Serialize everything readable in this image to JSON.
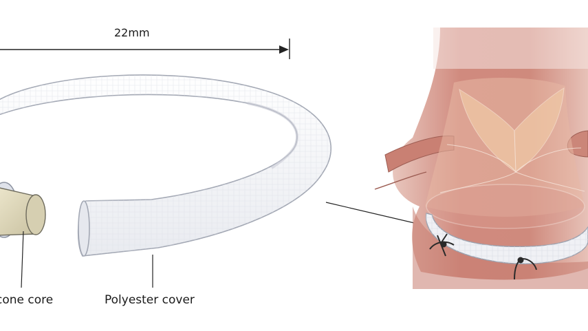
{
  "labels": {
    "dimension": "22mm",
    "core": "cone core",
    "cover": "Polyester cover"
  },
  "colors": {
    "ring_fill": "#f3f4f7",
    "ring_edge": "#9aa0ad",
    "mesh": "#dfe2e8",
    "core_fill": "#d8d1b4",
    "core_edge": "#6d6a5c",
    "tissue_dark": "#c98477",
    "tissue_mid": "#d79c90",
    "tissue_light": "#ead0c8",
    "leaflet": "#e4b99a",
    "suture": "#2a2a2a",
    "line": "#222222"
  }
}
